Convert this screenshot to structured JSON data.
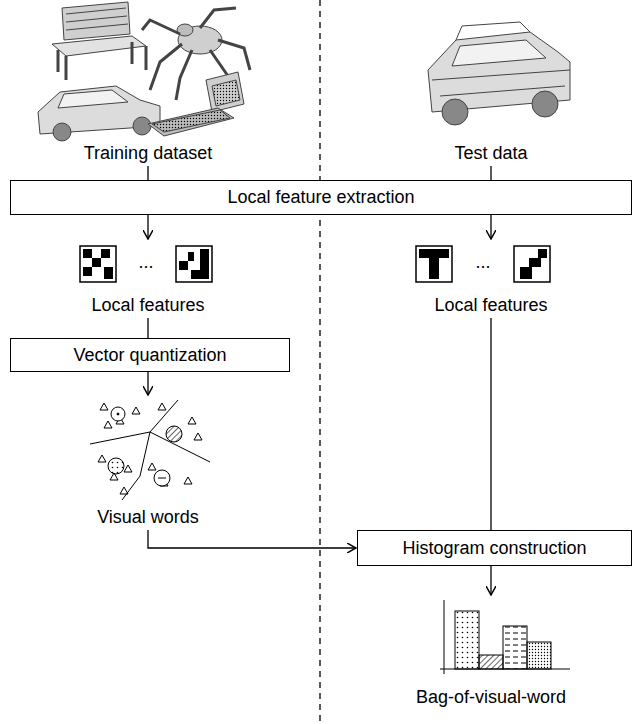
{
  "diagram": {
    "nodes": [
      {
        "text": [
          "Local feature extraction"
        ]
      },
      {
        "text": [
          "Vector quantization"
        ]
      },
      {
        "text": [
          "Histogram construction"
        ]
      }
    ],
    "labels": [
      "Training dataset",
      "Test data",
      "Local features",
      "...",
      "Local features",
      "...",
      "Visual words",
      "Bag-of-visual-word"
    ]
  }
}
